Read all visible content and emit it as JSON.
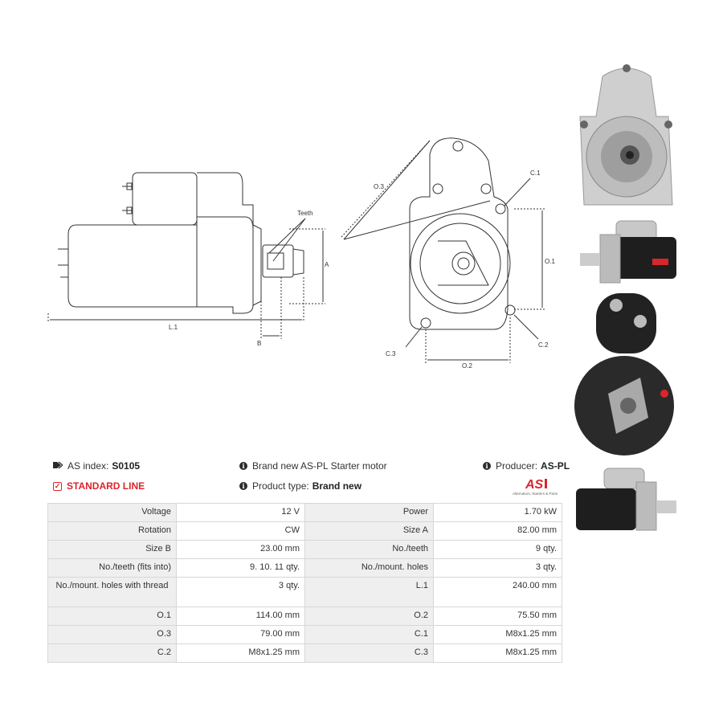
{
  "drawing": {
    "labels": {
      "teeth": "Teeth",
      "a": "A",
      "b": "B",
      "l1": "L.1",
      "o1": "O.1",
      "o2": "O.2",
      "o3": "O.3",
      "c1": "C.1",
      "c2": "C.2",
      "c3": "C.3"
    }
  },
  "info": {
    "as_index_label": "AS index:",
    "as_index_value": "S0105",
    "description": "Brand new AS-PL Starter motor",
    "producer_label": "Producer:",
    "producer_value": "AS-PL",
    "standard_line": "STANDARD LINE",
    "product_type_label": "Product type:",
    "product_type_value": "Brand new",
    "logo_text": "AS",
    "logo_tagline": "Alternators, Starters & Parts"
  },
  "specs": [
    {
      "k1": "Voltage",
      "v1": "12 V",
      "k2": "Power",
      "v2": "1.70 kW"
    },
    {
      "k1": "Rotation",
      "v1": "CW",
      "k2": "Size A",
      "v2": "82.00 mm"
    },
    {
      "k1": "Size B",
      "v1": "23.00 mm",
      "k2": "No./teeth",
      "v2": "9 qty."
    },
    {
      "k1": "No./teeth (fits into)",
      "v1": "9. 10. 11 qty.",
      "k2": "No./mount. holes",
      "v2": "3 qty."
    },
    {
      "k1": "No./mount. holes with thread",
      "v1": "3 qty.",
      "k2": "L.1",
      "v2": "240.00 mm"
    },
    {
      "k1": "O.1",
      "v1": "114.00 mm",
      "k2": "O.2",
      "v2": "75.50 mm"
    },
    {
      "k1": "O.3",
      "v1": "79.00 mm",
      "k2": "C.1",
      "v2": "M8x1.25 mm"
    },
    {
      "k1": "C.2",
      "v1": "M8x1.25 mm",
      "k2": "C.3",
      "v2": "M8x1.25 mm"
    }
  ],
  "colors": {
    "accent_red": "#d9262c",
    "table_key_bg": "#efefef",
    "line": "#333333"
  }
}
